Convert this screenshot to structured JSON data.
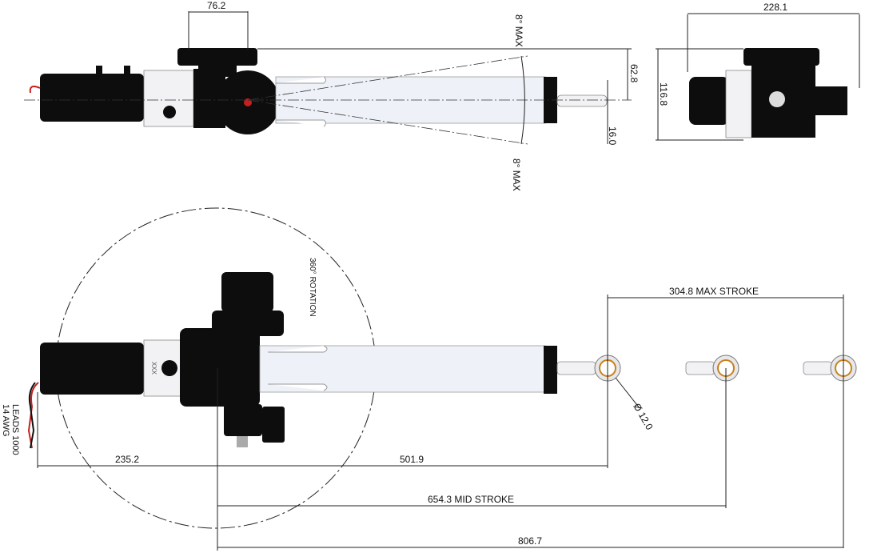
{
  "top_view": {
    "flange_width": "76.2",
    "angle_up": "8° MAX",
    "angle_down": "8° MAX",
    "offset": "62.8",
    "rod_end": "16.0"
  },
  "end_view": {
    "overall_width": "228.1",
    "overall_height": "116.8"
  },
  "side_view": {
    "rotation": "360° ROTATION",
    "marking": "XXX",
    "leads_length": "LEADS 1000",
    "leads_gauge": "14 AWG",
    "max_stroke": "304.8 MAX STROKE",
    "bore": "Ø 12.0",
    "motor_length": "235.2",
    "retracted": "501.9",
    "mid_stroke": "654.3 MID STROKE",
    "extended": "806.7"
  },
  "colors": {
    "body": "#0d0d0d",
    "tube": "#eef1f8",
    "wire_red": "#c81e1e"
  }
}
